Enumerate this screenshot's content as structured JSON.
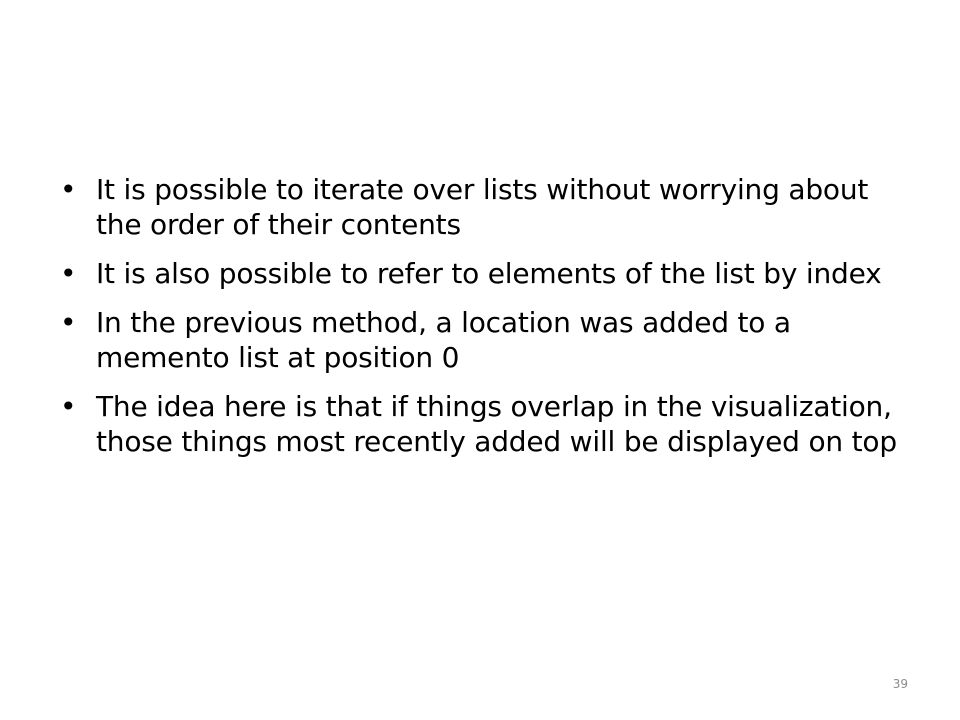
{
  "slide": {
    "bullets": [
      {
        "text": "It is possible to iterate over lists without worrying about the order of their contents"
      },
      {
        "text": "It is also possible to refer to elements of the list by index"
      },
      {
        "text": "In the previous method, a location was added to a memento list at position 0"
      },
      {
        "text": "The idea here is that if things overlap in the visualization, those things most recently added will be displayed on top"
      }
    ],
    "bullet_glyph": "•",
    "page_number": "39"
  },
  "colors": {
    "background": "#ffffff",
    "text": "#000000",
    "page_number": "#8c8c8c"
  }
}
